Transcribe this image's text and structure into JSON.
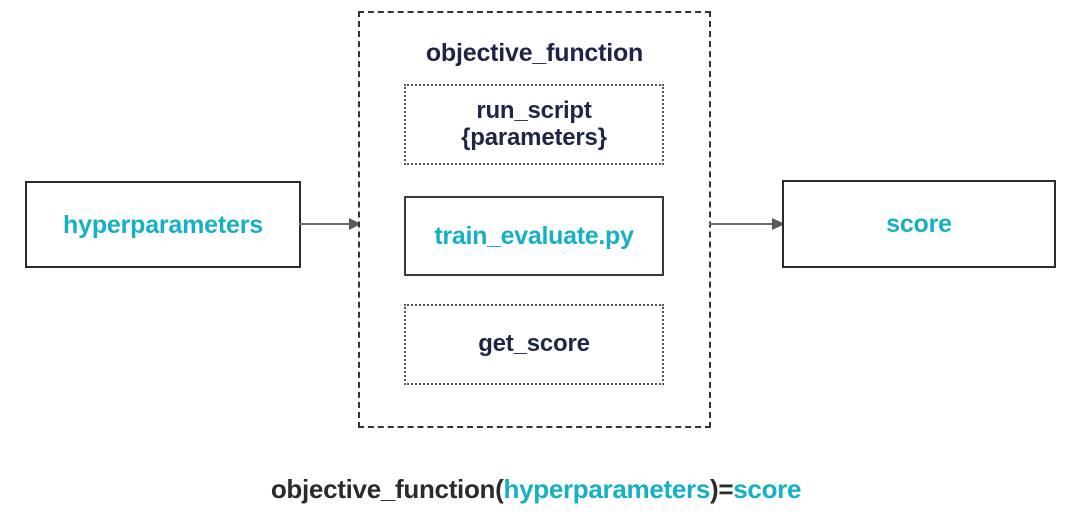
{
  "diagram": {
    "title": "objective_function",
    "colors": {
      "accent_cyan": "#15b0c4",
      "dark_navy": "#1f2547",
      "dark_text": "#2b2b2b",
      "border_dark": "#2b2b2b",
      "border_dotted": "#555555",
      "arrow_gray": "#6b6b6b",
      "background": "#ffffff"
    },
    "input_box": {
      "label": "hyperparameters",
      "border_style": "solid"
    },
    "output_box": {
      "label": "score",
      "border_style": "solid"
    },
    "container": {
      "title": "objective_function",
      "border_style": "dashed",
      "steps": [
        {
          "id": "run-script",
          "line1": "run_script",
          "line2": "{parameters}",
          "border_style": "dotted",
          "text_color": "dark_navy"
        },
        {
          "id": "train-evaluate",
          "line1": "train_evaluate.py",
          "border_style": "solid",
          "text_color": "accent_cyan"
        },
        {
          "id": "get-score",
          "line1": "get_score",
          "border_style": "dotted",
          "text_color": "dark_navy"
        }
      ]
    },
    "arrows": [
      {
        "id": "arrow-input-to-container",
        "from": "hyperparameters",
        "to": "objective_function",
        "direction": "right"
      },
      {
        "id": "arrow-container-to-output",
        "from": "objective_function",
        "to": "score",
        "direction": "right"
      }
    ],
    "caption": {
      "part1": "objective_function(",
      "part2": "hyperparameters",
      "part3": ")=",
      "part4": "score"
    }
  }
}
